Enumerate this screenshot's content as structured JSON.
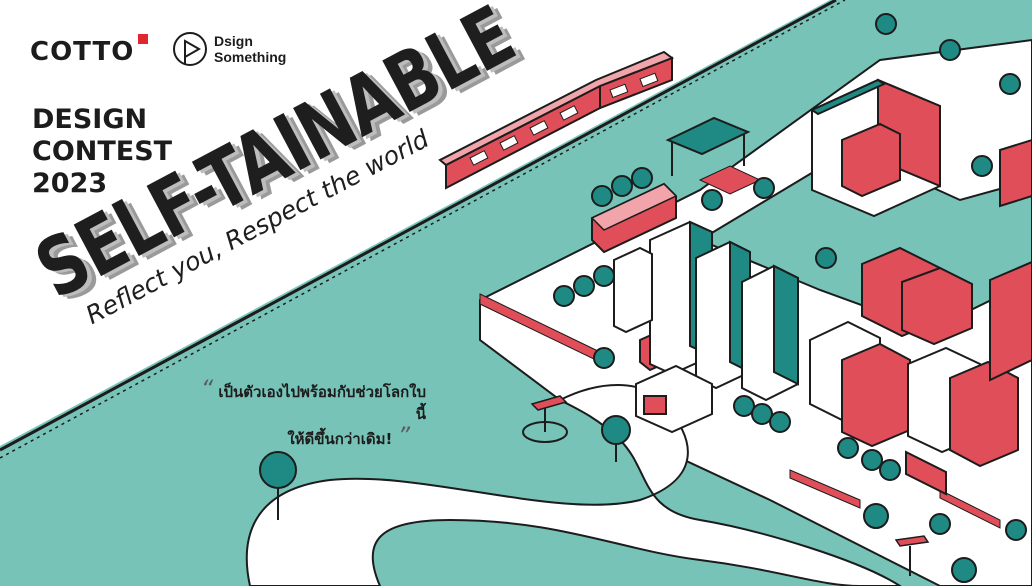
{
  "brand": {
    "cotto": "COTTO",
    "partner_line1": "Dsign",
    "partner_line2": "Something"
  },
  "contest": {
    "line1": "DESIGN",
    "line2": "CONTEST",
    "line3": "2023"
  },
  "headline": {
    "title": "SELF-TAINABLE",
    "tagline": "Reflect you, Respect the world"
  },
  "quote": {
    "open": "“",
    "line1": "เป็นตัวเองไปพร้อมกับช่วยโลกใบนี้",
    "line2": "ให้ดีขึ้นกว่าเดิม!",
    "close": "”"
  },
  "colors": {
    "teal": "#77c3b8",
    "teal_dark": "#1f8a84",
    "red": "#e04f59",
    "ink": "#1c1c1c",
    "brand_red": "#e0262f"
  }
}
